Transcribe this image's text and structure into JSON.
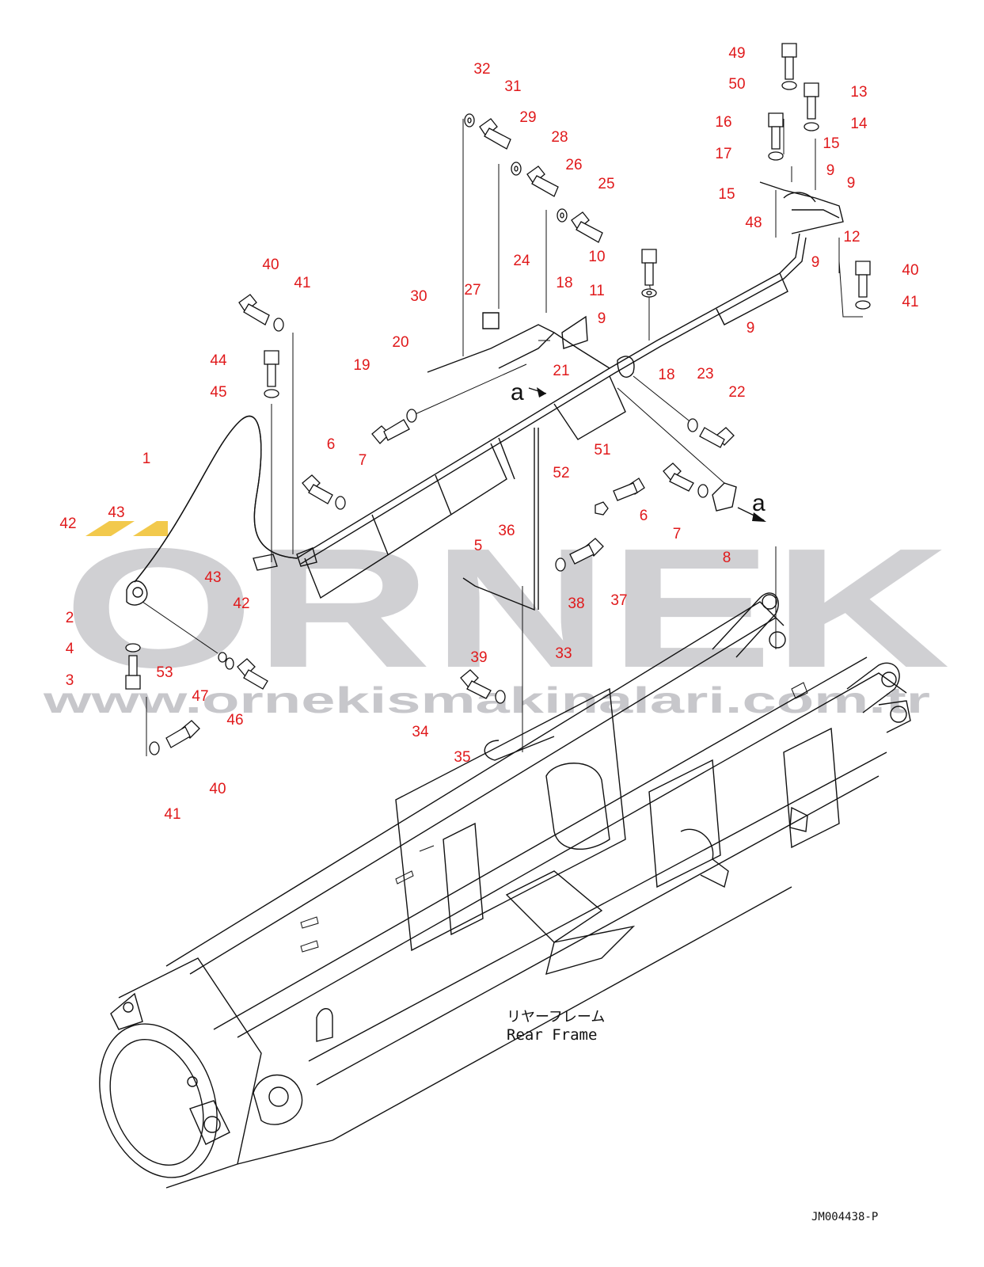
{
  "watermark": {
    "brand": "ORNEK",
    "url": "www.ornekismakinalari.com.tr",
    "accent_color": "#f2c94c"
  },
  "diagram": {
    "caption_jp": "リヤーフレーム",
    "caption_en": "Rear Frame",
    "drawing_id": "JM004438-P",
    "view_marker": "a",
    "label_color": "#e0191b",
    "labels": [
      "1",
      "2",
      "3",
      "4",
      "5",
      "6",
      "6",
      "7",
      "7",
      "8",
      "9",
      "9",
      "9",
      "9",
      "9",
      "10",
      "11",
      "12",
      "13",
      "14",
      "15",
      "15",
      "16",
      "17",
      "18",
      "18",
      "19",
      "20",
      "21",
      "22",
      "23",
      "24",
      "25",
      "26",
      "27",
      "28",
      "29",
      "30",
      "31",
      "32",
      "33",
      "34",
      "35",
      "36",
      "37",
      "38",
      "39",
      "40",
      "40",
      "40",
      "41",
      "41",
      "41",
      "42",
      "42",
      "43",
      "43",
      "44",
      "45",
      "46",
      "47",
      "48",
      "49",
      "50",
      "51",
      "52",
      "53"
    ]
  }
}
